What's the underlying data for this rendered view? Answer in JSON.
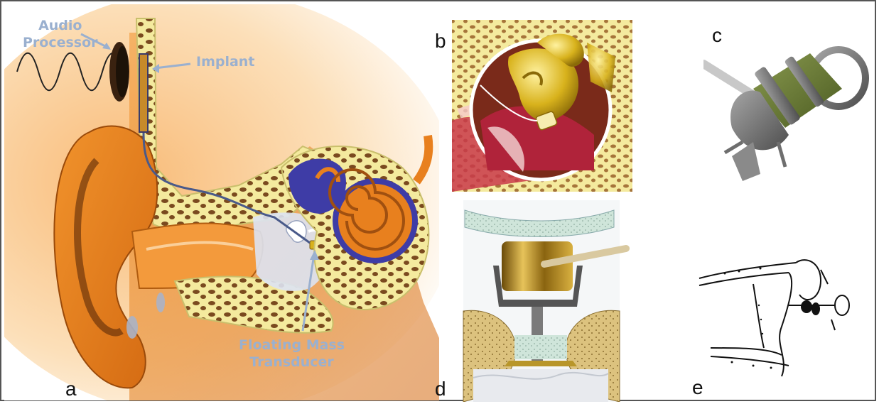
{
  "labels": {
    "audio_processor_line1": "Audio",
    "audio_processor_line2": "Processor",
    "implant": "Implant",
    "fmt_line1": "Floating Mass",
    "fmt_line2": "Transducer"
  },
  "panels": {
    "a": "a",
    "b": "b",
    "c": "c",
    "d": "d",
    "e": "e"
  },
  "colors": {
    "skin": "#e8801e",
    "bone": "#f4ea9e",
    "bone_spots": "#7a4a1f",
    "cochlea": "#3e3ca6",
    "callout": "#9ab0cf",
    "ossicle_gold": "#d8b21c",
    "coil_green": "#6c7f3c",
    "metal_grey": "#6e6e6e"
  }
}
